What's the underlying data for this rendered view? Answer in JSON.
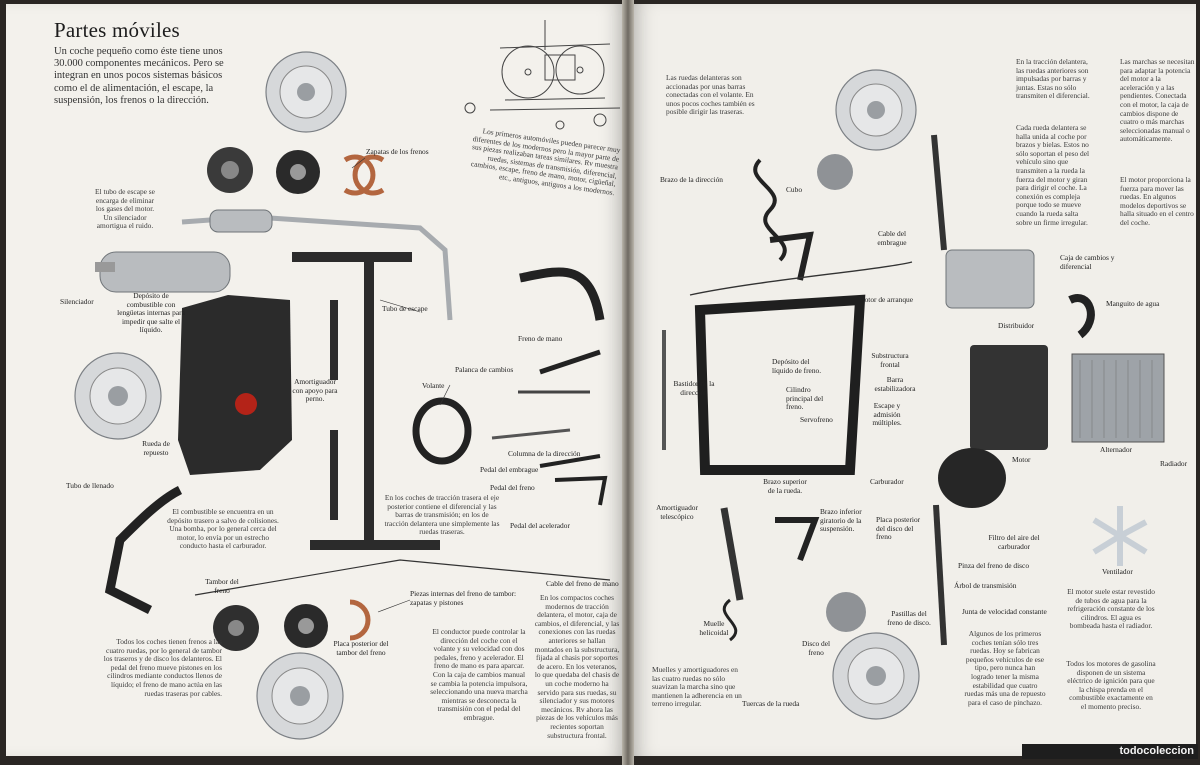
{
  "left": {
    "title": "Partes móviles",
    "intro": "Un coche pequeño como éste tiene unos 30.000 componentes mecánicos. Pero se integran en unos pocos sistemas básicos como el de alimentación, el escape, la suspensión, los frenos o la dirección.",
    "notes": {
      "history": "Los primeros automóviles pueden parecer muy diferentes de los modernos pero la mayor parte de sus piezas realizaban tareas similares. Rv muestra ruedas, sistemas de transmisión, diferencial, cambios, escape, freno de mano, motor, cigüeñal, etc., antiguos, antiguos a los modernos.",
      "exhaust_tube": "El tubo de escape se encarga de eliminar los gases del motor. Un silenciador amortigua el ruido.",
      "fuel": "El combustible se encuentra en un depósito trasero a salvo de colisiones. Una bomba, por lo general cerca del motor, lo envía por un estrecho conducto hasta el carburador.",
      "rear_drive": "En los coches de tracción trasera el eje posterior contiene el diferencial y las barras de transmisión; en los de tracción delantera une simplemente las ruedas traseras.",
      "brakes_all": "Todos los coches tienen frenos a las cuatro ruedas, por lo general de tambor los traseros y de disco los delanteros. El pedal del freno mueve pistones en los cilindros mediante conductos llenos de líquido; el freno de mano actúa en las ruedas traseras por cables.",
      "driver": "El conductor puede controlar la dirección del coche con el volante y su velocidad con dos pedales, freno y acelerador. El freno de mano es para aparcar. Con la caja de cambios manual se cambia la potencia impulsora, seleccionando una nueva marcha mientras se desconecta la transmisión con el pedal del embrague.",
      "compact": "En los compactos coches modernos de tracción delantera, el motor, caja de cambios, el diferencial, y las conexiones con las ruedas anteriores se hallan montados en la substructura, fijada al chasis por soportes de acero. En los veteranos, lo que quedaba del chasis de un coche moderno ha servido para sus ruedas, su silenciador y sus motores mecánicos. Rv ahora las piezas de los vehículos más recientes soportan substructura frontal."
    },
    "labels": {
      "zapatas": "Zapatas de los frenos",
      "silenciador": "Silenciador",
      "deposito": "Depósito de combustible con lengüetas internas para impedir que salte el líquido.",
      "tubo_escape": "Tubo de escape",
      "freno_mano": "Freno de mano",
      "palanca": "Palanca de cambios",
      "amortiguador": "Amortiguador con apoyo para perno.",
      "volante": "Volante",
      "columna": "Columna de la dirección",
      "pedal_embrague": "Pedal del embrague",
      "pedal_freno": "Pedal del freno",
      "pedal_acelerador": "Pedal del acelerador",
      "rueda_repuesto": "Rueda de repuesto",
      "tubo_llenado": "Tubo de llenado",
      "tambor": "Tambor del freno",
      "piezas_internas": "Piezas internas del freno de tambor: zapatas y pistones",
      "placa_tambor": "Placa posterior del tambor del freno",
      "cable_freno": "Cable del freno de mano"
    }
  },
  "right": {
    "notes": {
      "front_wheels": "Las ruedas delanteras son accionadas por unas barras conectadas con el volante. En unos pocos coches también es posible dirigir las traseras.",
      "traction": "En la tracción delantera, las ruedas anteriores son impulsadas por barras y juntas. Estas no sólo transmiten el diferencial.",
      "wheel_attached": "Cada rueda delantera se halla unida al coche por brazos y bielas. Estos no sólo soportan el peso del vehículo sino que transmiten a la rueda la fuerza del motor y giran para dirigir el coche. La conexión es compleja porque todo se mueve cuando la rueda salta sobre un firme irregular.",
      "gears": "Las marchas se necesitan para adaptar la potencia del motor a la aceleración y a las pendientes. Conectada con el motor, la caja de cambios dispone de cuatro o más marchas seleccionadas manual o automáticamente.",
      "engine_power": "El motor proporciona la fuerza para mover las ruedas. En algunos modelos deportivos se halla situado en el centro del coche.",
      "springs": "Muelles y amortiguadores en las cuatro ruedas no sólo suavizan la marcha sino que mantienen la adherencia en un terreno irregular.",
      "early_cars": "Algunos de los primeros coches tenían sólo tres ruedas. Hoy se fabrican pequeños vehículos de ese tipo, pero nunca han logrado tener la misma estabilidad que cuatro ruedas más una de repuesto para el caso de pinchazo.",
      "cooling": "El motor suele estar revestido de tubos de agua para la refrigeración constante de los cilindros. El agua es bombeada hasta el radiador.",
      "ignition": "Todos los motores de gasolina disponen de un sistema eléctrico de ignición para que la chispa prenda en el combustible exactamente en el momento preciso."
    },
    "labels": {
      "brazo_direccion": "Brazo de la dirección",
      "cubo": "Cubo",
      "cable_embrague": "Cable del embrague",
      "caja_cambios": "Caja de cambios y diferencial",
      "manguito": "Manguito de agua",
      "motor_arranque": "Motor de arranque",
      "distribuidor": "Distribuidor",
      "bastidor": "Bastidor de la dirección",
      "deposito_liquido": "Depósito del líquido de freno.",
      "cilindro": "Cilindro principal del freno.",
      "servofreno": "Servofreno",
      "substructura": "Substructura frontal",
      "barra_estab": "Barra estabilizadora",
      "escape_admision": "Escape y admisión múltiples.",
      "motor": "Motor",
      "alternador": "Alternador",
      "radiador": "Radiador",
      "carburador": "Carburador",
      "brazo_superior": "Brazo superior de la rueda.",
      "amortiguador_tele": "Amortiguador telescópico",
      "brazo_inferior": "Brazo inferior giratorio de la suspensión.",
      "placa_disco": "Placa posterior del disco del freno",
      "filtro_aire": "Filtro del aire del carburador",
      "ventilador": "Ventilador",
      "pinza_disco": "Pinza del freno de disco",
      "arbol": "Árbol de transmisión",
      "junta": "Junta de velocidad constante",
      "muelle": "Muelle helicoidal",
      "pastillas": "Pastillas del freno de disco.",
      "disco": "Disco del freno",
      "tuercas": "Tuercas de la rueda"
    }
  },
  "watermark": "todocoleccion",
  "colors": {
    "page": "#f3f1ec",
    "ink": "#222222",
    "metal": "#b9bcbf",
    "dark_part": "#2b2b2b"
  }
}
